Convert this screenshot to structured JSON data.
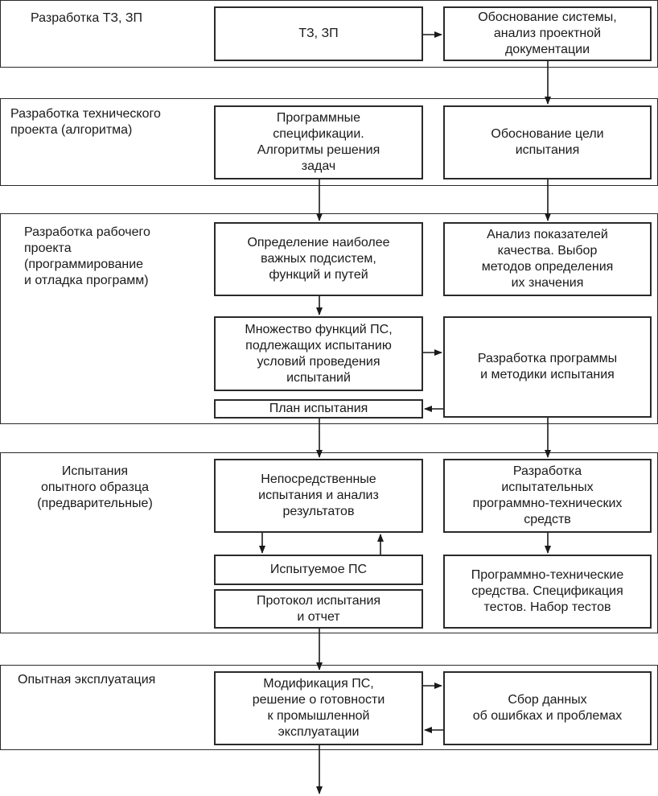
{
  "stages": [
    {
      "label": "Разработка ТЗ, ЗП"
    },
    {
      "label": "Разработка технического\nпроекта (алгоритма)"
    },
    {
      "label": "Разработка рабочего\nпроекта\n(программирование\nи отладка программ)"
    },
    {
      "label": "Испытания\nопытного образца\n(предварительные)"
    },
    {
      "label": "Опытная эксплуатация"
    }
  ],
  "boxes": {
    "tz_zp": "ТЗ, ЗП",
    "system_justification": "Обоснование системы,\nанализ проектной\nдокументации",
    "program_specs": "Программные\nспецификации.\nАлгоритмы решения\nзадач",
    "test_goal": "Обоснование цели\nиспытания",
    "important_subsystems": "Определение наиболее\nважных подсистем,\nфункций и путей",
    "quality_indicators": "Анализ показателей\nкачества. Выбор\nметодов определения\nих значения",
    "functions_set": "Множество функций ПС,\nподлежащих испытанию\nусловий проведения\nиспытаний",
    "program_methodology": "Разработка программы\nи методики испытания",
    "test_plan": "План испытания",
    "direct_tests": "Непосредственные\nиспытания и анализ\nрезультатов",
    "test_tools_dev": "Разработка\nиспытательных\nпрограммно-технических\nсредств",
    "tested_ps": "Испытуемое ПС",
    "tools_specs": "Программно-технические\nсредства. Спецификация\nтестов. Набор тестов",
    "protocol": "Протокол испытания\nи отчет",
    "modification": "Модификация ПС,\nрешение о готовности\nк промышленной\nэксплуатации",
    "error_collection": "Сбор данных\nоб ошибках и проблемах"
  }
}
